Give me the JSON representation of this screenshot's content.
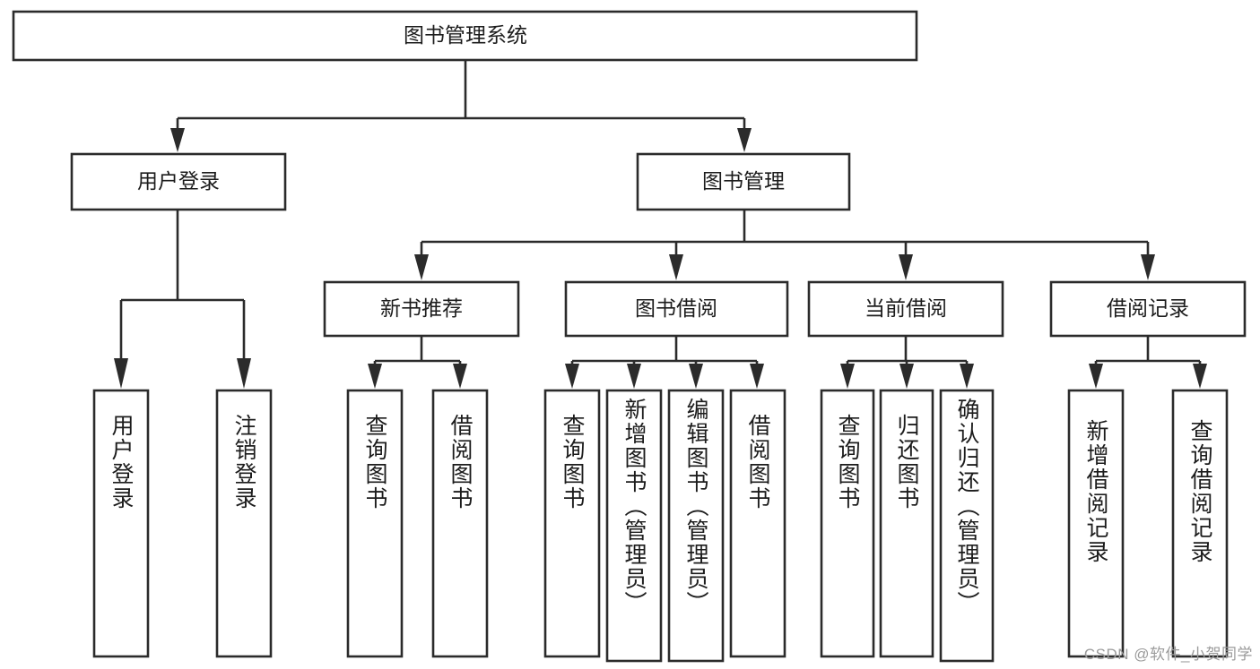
{
  "diagram": {
    "type": "tree-hierarchy",
    "root": {
      "label": "图书管理系统",
      "orientation": "horizontal"
    },
    "level2": [
      {
        "label": "用户登录",
        "orientation": "horizontal"
      },
      {
        "label": "图书管理",
        "orientation": "horizontal"
      }
    ],
    "level3": [
      {
        "label": "新书推荐",
        "orientation": "horizontal"
      },
      {
        "label": "图书借阅",
        "orientation": "horizontal"
      },
      {
        "label": "当前借阅",
        "orientation": "horizontal"
      },
      {
        "label": "借阅记录",
        "orientation": "horizontal"
      }
    ],
    "leaves_user_login": [
      {
        "label": "用户登录",
        "orientation": "vertical"
      },
      {
        "label": "注销登录",
        "orientation": "vertical"
      }
    ],
    "leaves_new_book": [
      {
        "label": "查询图书",
        "orientation": "vertical"
      },
      {
        "label": "借阅图书",
        "orientation": "vertical"
      }
    ],
    "leaves_borrow": [
      {
        "label": "查询图书",
        "orientation": "vertical"
      },
      {
        "label": "新增图书（管理员）",
        "orientation": "vertical"
      },
      {
        "label": "编辑图书（管理员）",
        "orientation": "vertical"
      },
      {
        "label": "借阅图书",
        "orientation": "vertical"
      }
    ],
    "leaves_current": [
      {
        "label": "查询图书",
        "orientation": "vertical"
      },
      {
        "label": "归还图书",
        "orientation": "vertical"
      },
      {
        "label": "确认归还（管理员）",
        "orientation": "vertical"
      }
    ],
    "leaves_records": [
      {
        "label": "新增借阅记录",
        "orientation": "vertical"
      },
      {
        "label": "查询借阅记录",
        "orientation": "vertical"
      }
    ],
    "colors": {
      "stroke": "#2b2b2b",
      "fill": "#ffffff",
      "text": "#1c1c1c",
      "watermark": "#9b9b9b"
    }
  },
  "watermark": {
    "text": "CSDN @软件_小贺同学"
  }
}
